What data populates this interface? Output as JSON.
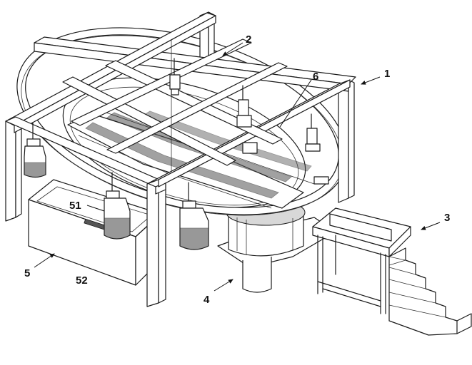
{
  "labels": {
    "l1": "1",
    "l2": "2",
    "l3": "3",
    "l4": "4",
    "l5": "5",
    "l6": "6",
    "l51": "51",
    "l52": "52"
  }
}
